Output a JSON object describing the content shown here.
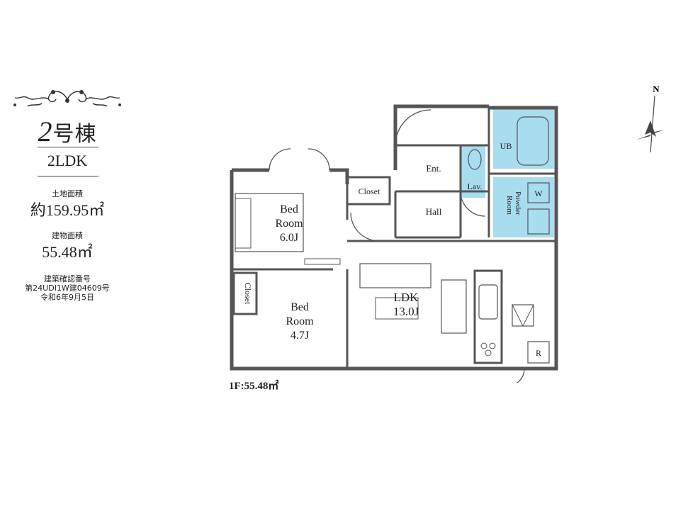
{
  "building": {
    "number": "2",
    "suffix": "号棟"
  },
  "layout_type": "2LDK",
  "land_area": {
    "label": "土地面積",
    "value": "約159.95㎡"
  },
  "building_area": {
    "label": "建物面積",
    "value": "55.48㎡"
  },
  "certification": {
    "label": "建築確認番号",
    "number": "第24UDI1W建04609号",
    "date": "令和6年9月5日"
  },
  "rooms": {
    "bed1": {
      "name1": "Bed",
      "name2": "Room",
      "size": "6.0J"
    },
    "bed2": {
      "name1": "Bed",
      "name2": "Room",
      "size": "4.7J"
    },
    "ldk": {
      "name": "LDK",
      "size": "13.0J"
    },
    "closet1": "Closet",
    "closet2": "Closet",
    "entrance": "Ent.",
    "hall": "Hall",
    "lavatory": "Lav.",
    "bath": "UB",
    "powder1": "Powder",
    "powder2": "Room",
    "washer": "W",
    "fridge": "R"
  },
  "floor_area": "1F:55.48㎡",
  "compass": {
    "north": "N"
  },
  "colors": {
    "wet_area": "#a8dcef",
    "wall": "#555555"
  }
}
